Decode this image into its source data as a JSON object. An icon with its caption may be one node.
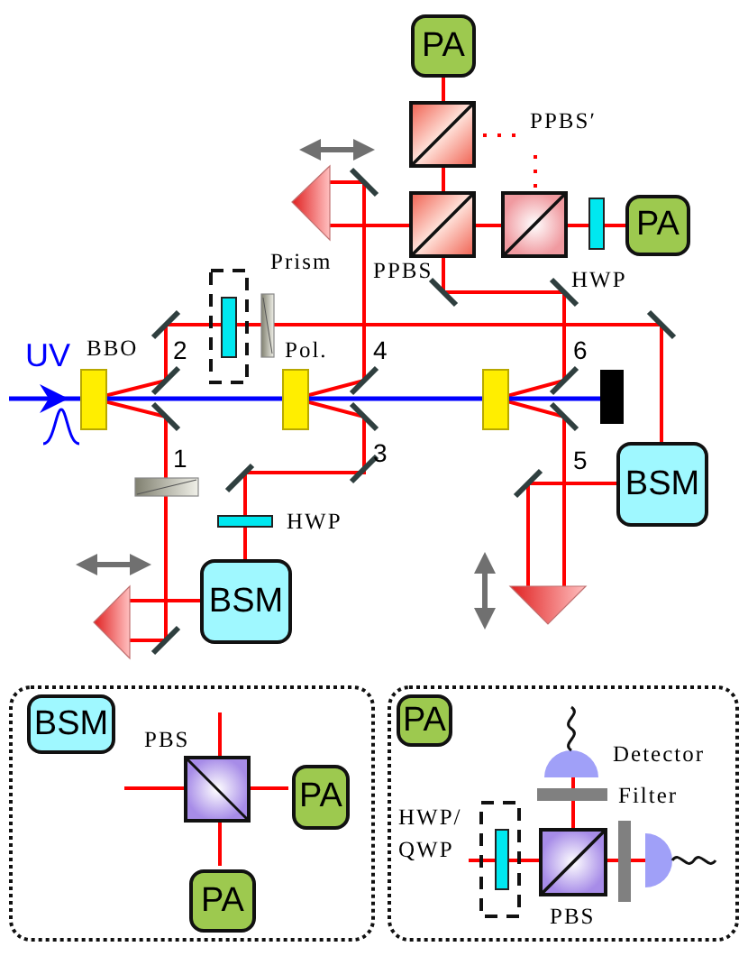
{
  "diagram": {
    "nodes": [
      {
        "text": [
          "PA"
        ]
      },
      {
        "text": [
          "PA"
        ]
      },
      {
        "text": [
          "BSM"
        ]
      },
      {
        "text": [
          "BSM"
        ]
      },
      {
        "text": [],
        "shape": "box"
      },
      {
        "text": [
          "BSM"
        ],
        "in": 4
      },
      {
        "text": [
          "PA"
        ],
        "in": 4
      },
      {
        "text": [
          "PA"
        ],
        "in": 4
      },
      {
        "text": [],
        "shape": "box"
      },
      {
        "text": [
          "PA"
        ],
        "in": 8
      }
    ],
    "labels": [
      "PPBS′",
      "Prism",
      "PPBS",
      "HWP",
      "UV",
      "BBO",
      "2",
      "Pol.",
      "4",
      "6",
      "1",
      "3",
      "5",
      "HWP",
      "PBS",
      "Detector",
      "Filter",
      "HWP/ QWP",
      "PBS"
    ]
  }
}
